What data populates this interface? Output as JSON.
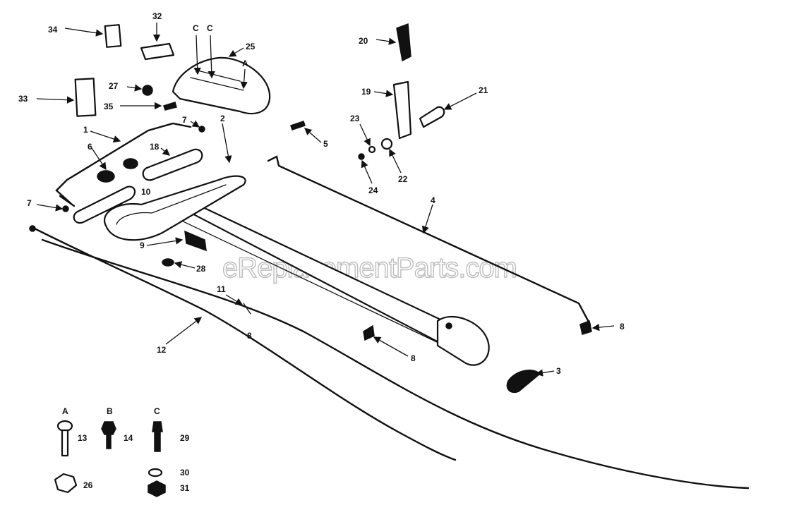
{
  "watermark": "eReplacementParts.com",
  "callouts": {
    "c34": "34",
    "c32": "32",
    "c33": "33",
    "c27": "27",
    "c35": "35",
    "c25": "25",
    "cC1": "C",
    "cC2": "C",
    "cA": "A",
    "c1": "1",
    "c6": "6",
    "c18": "18",
    "c7a": "7",
    "c7b": "7",
    "c10": "10",
    "c2": "2",
    "c20": "20",
    "c19": "19",
    "c21": "21",
    "c23": "23",
    "c22": "22",
    "c24": "24",
    "c5": "5",
    "c4": "4",
    "c9": "9",
    "c28": "28",
    "c11": "11",
    "c8a": "8",
    "c12": "12",
    "c8b": "8",
    "c8c": "8",
    "c3": "3"
  },
  "legend": {
    "A": "A",
    "B": "B",
    "C": "C",
    "n13": "13",
    "n14": "14",
    "n29": "29",
    "n26": "26",
    "n30": "30",
    "n31": "31"
  }
}
